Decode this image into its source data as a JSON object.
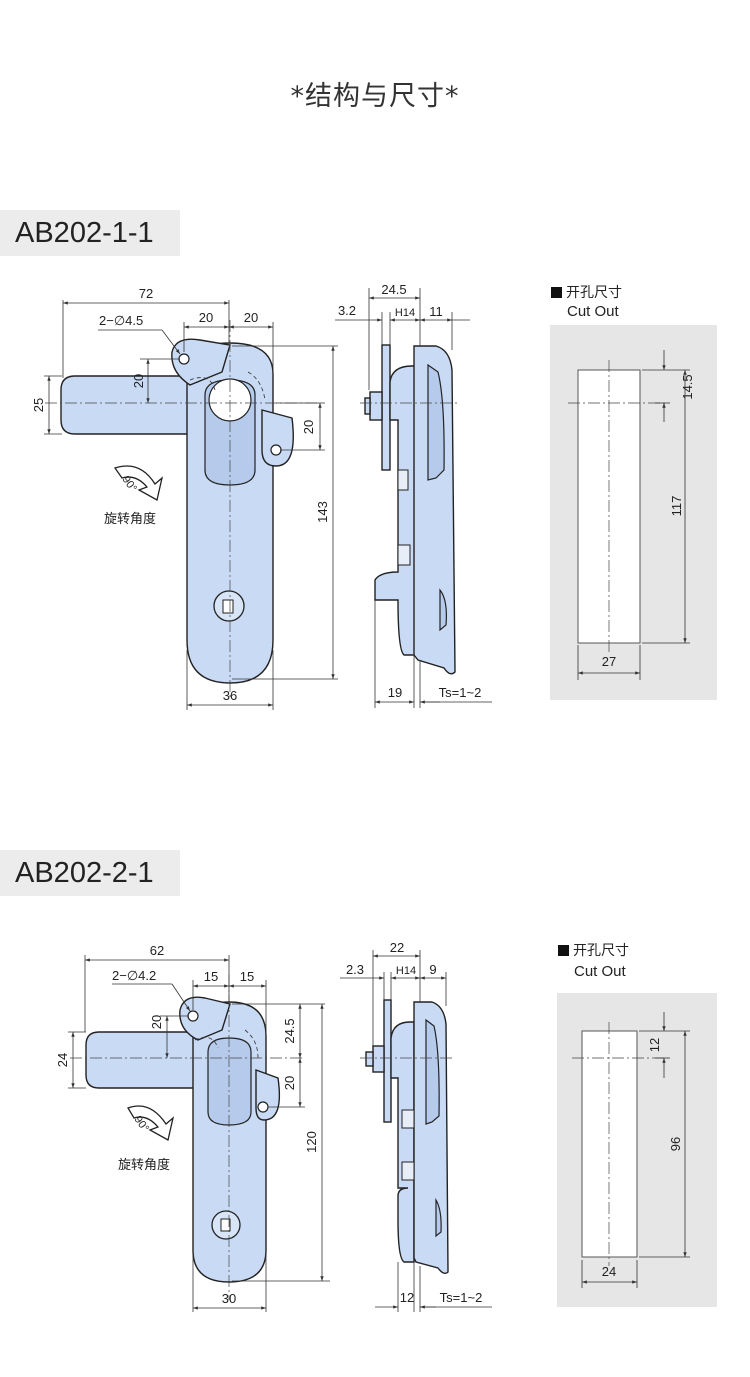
{
  "page_title": "*结构与尺寸*",
  "cutout_label_cn": "开孔尺寸",
  "cutout_label_en": "Cut Out",
  "rotation_label": "旋转角度",
  "rotation_angle": "90°",
  "models": [
    {
      "name": "AB202-1-1",
      "front": {
        "d72": "72",
        "dhole": "2−∅4.5",
        "d20a": "20",
        "d20b": "20",
        "d20v": "20",
        "d25": "25",
        "d20r": "20",
        "d143": "143",
        "d36": "36"
      },
      "side": {
        "d245": "24.5",
        "d32": "3.2",
        "dh14": "H14",
        "d11": "11",
        "d19": "19",
        "dts": "Ts=1~2"
      },
      "cutout": {
        "d145": "14.5",
        "d117": "117",
        "d27": "27"
      }
    },
    {
      "name": "AB202-2-1",
      "front": {
        "d62": "62",
        "dhole": "2−∅4.2",
        "d15a": "15",
        "d15b": "15",
        "d20v": "20",
        "d245": "24.5",
        "d24": "24",
        "d20r": "20",
        "d120": "120",
        "d30": "30"
      },
      "side": {
        "d22": "22",
        "d23": "2.3",
        "dh14": "H14",
        "d9": "9",
        "d12": "12",
        "dts": "Ts=1~2"
      },
      "cutout": {
        "d12": "12",
        "d96": "96",
        "d24": "24"
      }
    }
  ],
  "colors": {
    "part_fill": "#c9daf4",
    "tag_bg": "#ececec",
    "cutout_bg": "#e6e6e6"
  }
}
